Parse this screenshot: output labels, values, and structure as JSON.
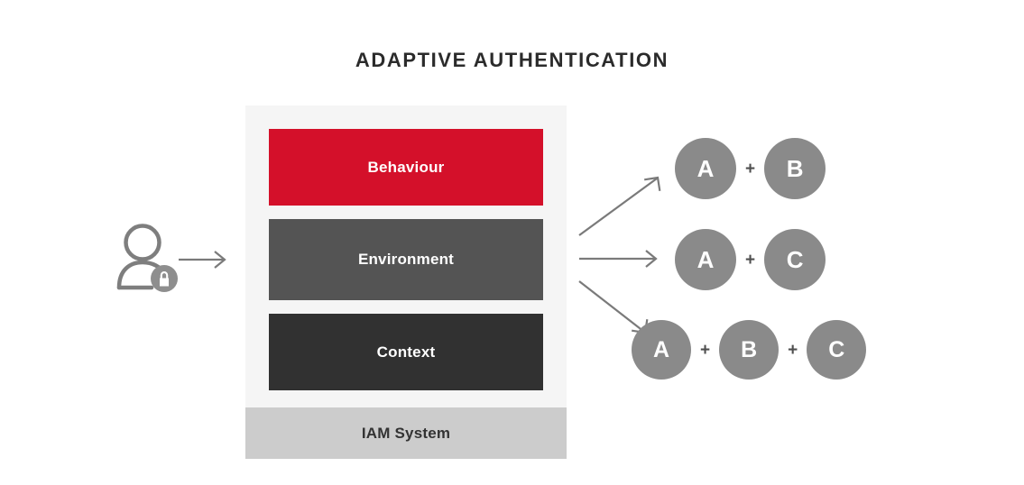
{
  "title": "ADAPTIVE AUTHENTICATION",
  "colors": {
    "behaviour": "#d4102a",
    "environment": "#545454",
    "context": "#313131",
    "iam": "#cccccc",
    "panel_bg": "#f5f5f5",
    "bubble": "#8a8a8a",
    "arrow": "#7a7a7a",
    "title_text": "#2b2b2b"
  },
  "left": {
    "user_icon": "user-lock-icon",
    "arrow": "arrow-right-icon"
  },
  "stack": {
    "layers": [
      {
        "label": "Behaviour",
        "color": "#d4102a"
      },
      {
        "label": "Environment",
        "color": "#545454"
      },
      {
        "label": "Context",
        "color": "#313131"
      }
    ],
    "base": {
      "label": "IAM System",
      "color": "#cccccc"
    }
  },
  "flow_arrows": [
    {
      "name": "arrow-up-right-icon",
      "direction": "up-right"
    },
    {
      "name": "arrow-right-icon",
      "direction": "right"
    },
    {
      "name": "arrow-down-right-icon",
      "direction": "down-right"
    }
  ],
  "outcomes": [
    {
      "factors": [
        "A",
        "B"
      ],
      "separator": "+"
    },
    {
      "factors": [
        "A",
        "C"
      ],
      "separator": "+"
    },
    {
      "factors": [
        "A",
        "B",
        "C"
      ],
      "separator": "+"
    }
  ]
}
